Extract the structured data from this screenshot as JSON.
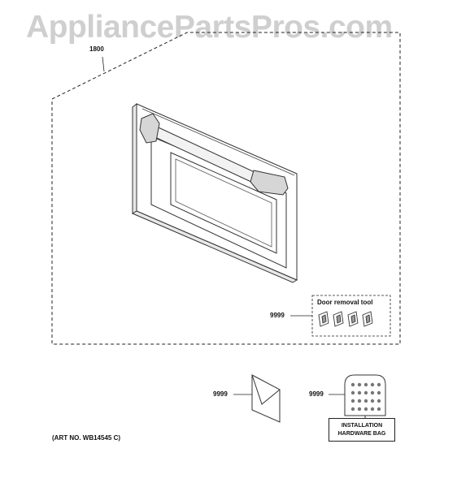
{
  "watermark": "AppliancePartsPros.com",
  "callouts": {
    "door_assembly": "1800",
    "door_removal_tool": "9999",
    "hardware_packet": "9999",
    "hardware_bag": "9999"
  },
  "labels": {
    "door_removal_tool": "Door removal tool",
    "installation_line1": "INSTALLATION",
    "installation_line2": "HARDWARE BAG",
    "art_number": "(ART NO. WB14545 C)"
  }
}
